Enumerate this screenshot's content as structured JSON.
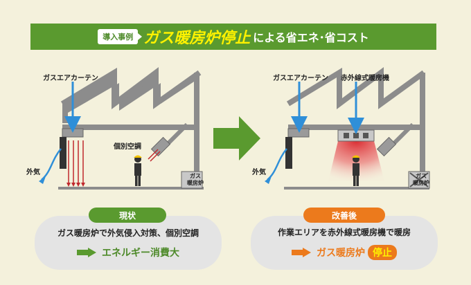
{
  "banner": {
    "tag": "導入事例",
    "highlight": "ガス暖房炉停止",
    "rest": "による省エネ･省コスト"
  },
  "before": {
    "curtain_label": "ガスエアカーテン",
    "ac_label": "個別空調",
    "outside_air_label": "外気",
    "heater_label_line1": "ガス",
    "heater_label_line2": "暖房炉",
    "pill": "現状",
    "description": "ガス暖房炉で外気侵入対策、個別空調",
    "result": "エネルギー消費大"
  },
  "after": {
    "curtain_label": "ガスエアカーテン",
    "infrared_label": "赤外線式暖房機",
    "outside_air_label": "外気",
    "heater_label_line1": "ガス",
    "heater_label_line2": "暖房炉",
    "pill": "改善後",
    "description": "作業エリアを赤外線式暖房機で暖房",
    "result_prefix": "ガス暖房炉",
    "result_badge": "停止"
  },
  "colors": {
    "banner": "#5a9a2f",
    "highlight": "#fff200",
    "before_accent": "#5a9a2f",
    "after_accent": "#ec7a1c",
    "arrow_blue": "#2f8fd8",
    "heat_red": "#d8232a"
  }
}
